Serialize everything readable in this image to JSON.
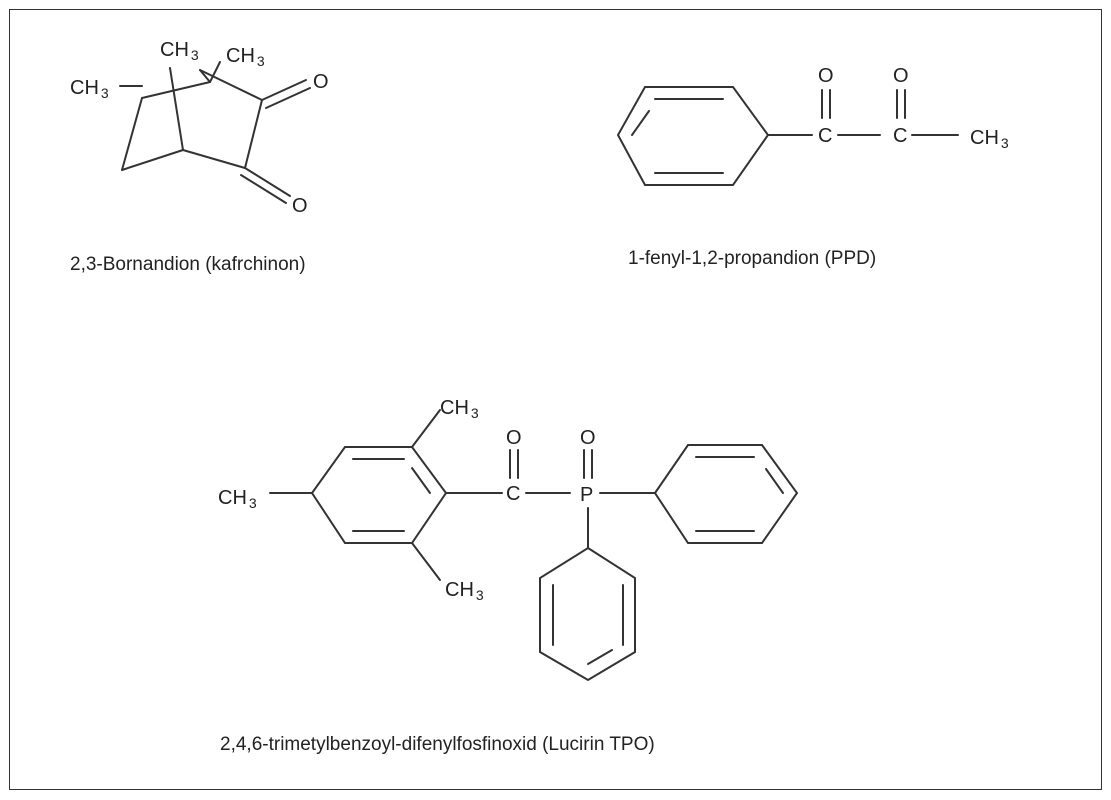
{
  "molecules": [
    {
      "caption": "2,3-Bornandion (kafrchinon)",
      "labels": {
        "ch3_a": "CH",
        "ch3_b": "CH",
        "ch3_c": "CH",
        "sub": "3",
        "o1": "O",
        "o2": "O"
      }
    },
    {
      "caption": "1-fenyl-1,2-propandion (PPD)",
      "labels": {
        "o1": "O",
        "o2": "O",
        "c1": "C",
        "c2": "C",
        "ch3": "CH",
        "sub": "3"
      }
    },
    {
      "caption": "2,4,6-trimetylbenzoyl-difenylfosfinoxid (Lucirin TPO)",
      "labels": {
        "ch3_top": "CH",
        "ch3_left": "CH",
        "ch3_bottom": "CH",
        "sub": "3",
        "o1": "O",
        "o2": "O",
        "c": "C",
        "p": "P"
      }
    }
  ]
}
